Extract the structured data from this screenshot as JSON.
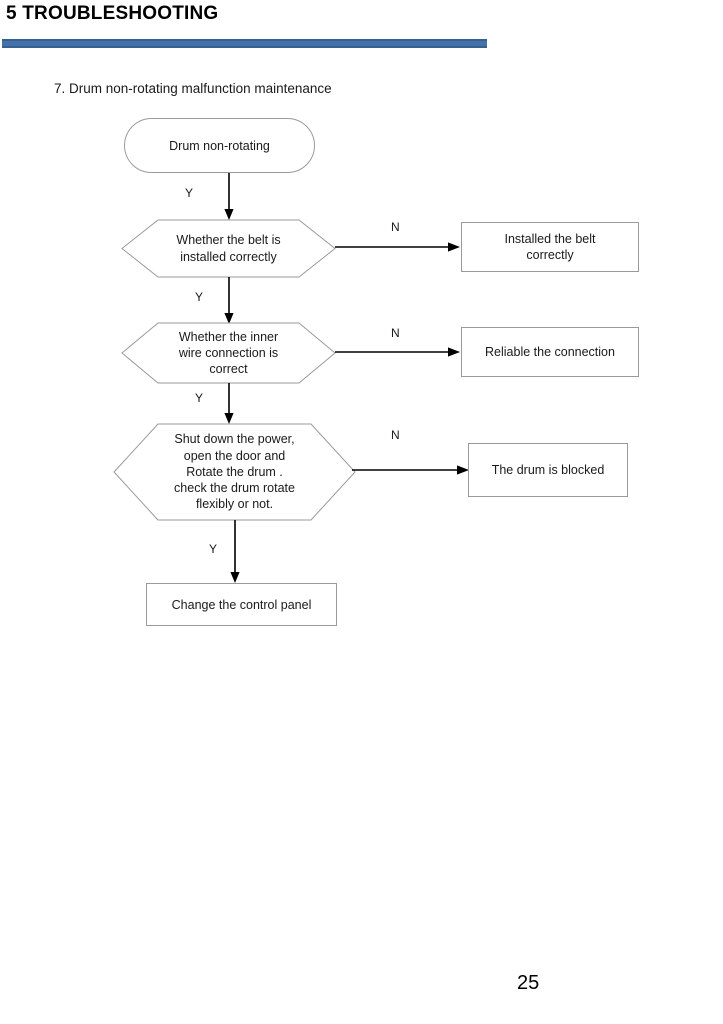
{
  "header": {
    "title": "5 TROUBLESHOOTING",
    "rule_color": "#4472a8"
  },
  "section": {
    "subtitle": "7. Drum non-rotating malfunction maintenance"
  },
  "flowchart": {
    "type": "flowchart",
    "nodes": [
      {
        "id": "start",
        "shape": "stadium",
        "text": "Drum non-rotating"
      },
      {
        "id": "decision-1",
        "shape": "hexagon",
        "text": "Whether the belt is\ninstalled correctly"
      },
      {
        "id": "decision-2",
        "shape": "hexagon",
        "text": "Whether the inner\nwire  connection is\ncorrect"
      },
      {
        "id": "decision-3",
        "shape": "hexagon",
        "text": "Shut down the power,\nopen the door and\nRotate the drum .\ncheck the drum  rotate\nflexibly or not."
      },
      {
        "id": "outcome-1",
        "shape": "rectangle",
        "text": "Installed the belt\ncorrectly"
      },
      {
        "id": "outcome-2",
        "shape": "rectangle",
        "text": "Reliable the connection"
      },
      {
        "id": "outcome-3",
        "shape": "rectangle",
        "text": "The drum is blocked"
      },
      {
        "id": "terminal",
        "shape": "rectangle",
        "text": "Change the control panel"
      }
    ],
    "edges": [
      {
        "from": "start",
        "to": "decision-1",
        "label": "Y",
        "direction": "down"
      },
      {
        "from": "decision-1",
        "to": "outcome-1",
        "label": "N",
        "direction": "right"
      },
      {
        "from": "decision-1",
        "to": "decision-2",
        "label": "Y",
        "direction": "down"
      },
      {
        "from": "decision-2",
        "to": "outcome-2",
        "label": "N",
        "direction": "right"
      },
      {
        "from": "decision-2",
        "to": "decision-3",
        "label": "Y",
        "direction": "down"
      },
      {
        "from": "decision-3",
        "to": "outcome-3",
        "label": "N",
        "direction": "right"
      },
      {
        "from": "decision-3",
        "to": "terminal",
        "label": "Y",
        "direction": "down"
      }
    ]
  },
  "footer": {
    "page_number": "25"
  }
}
